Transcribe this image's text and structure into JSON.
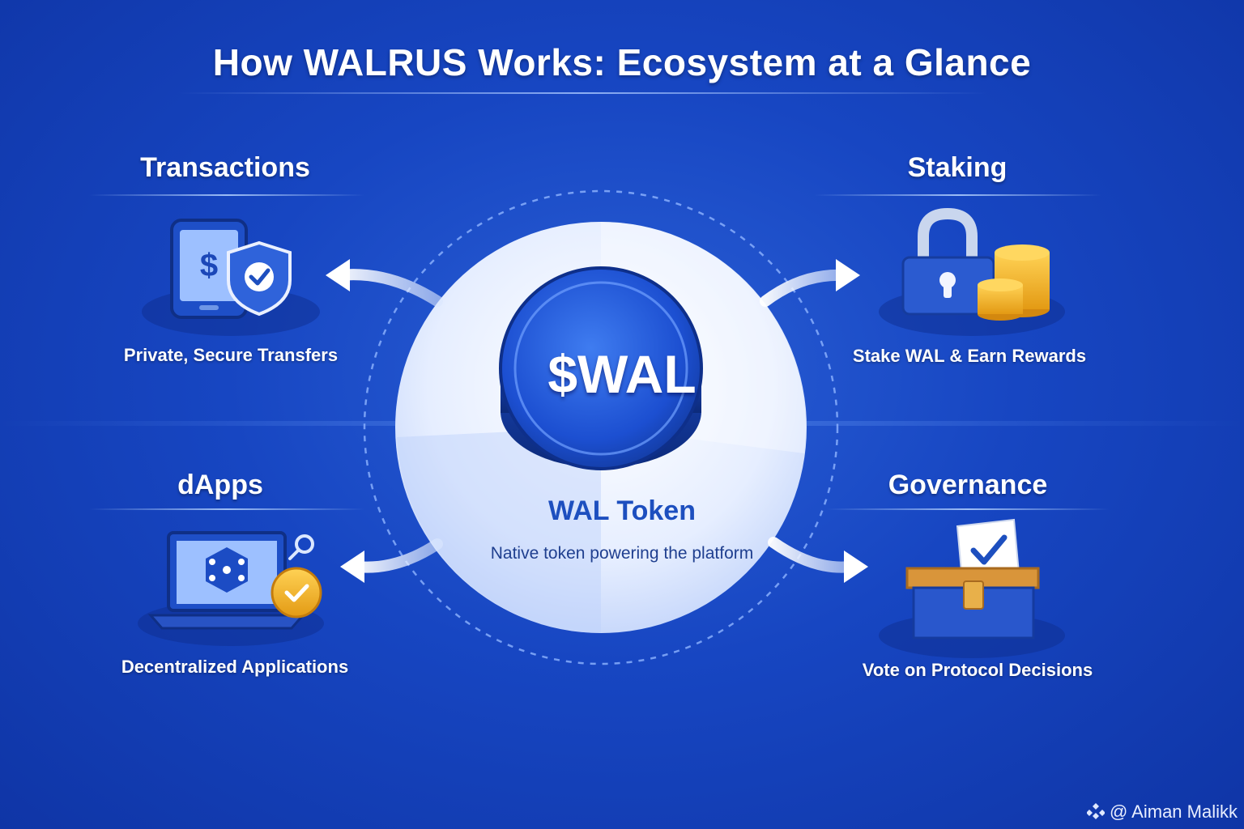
{
  "title": "How WALRUS Works: Ecosystem at a Glance",
  "center": {
    "coin_label": "$WAL",
    "token_title": "WAL Token",
    "token_subtitle": "Native token powering the platform"
  },
  "sections": {
    "transactions": {
      "heading": "Transactions",
      "description": "Private, Secure Transfers"
    },
    "staking": {
      "heading": "Staking",
      "description": "Stake WAL & Earn Rewards"
    },
    "dapps": {
      "heading": "dApps",
      "description": "Decentralized Applications"
    },
    "governance": {
      "heading": "Governance",
      "description": "Vote on Protocol Decisions"
    }
  },
  "watermark": "@ Aiman Malikk",
  "colors": {
    "background": "#1746c2",
    "accent_blue": "#1d4fbf",
    "coin_gold": "#f2b632",
    "circle": "#eef3ff"
  },
  "icons": [
    "phone-dollar-icon",
    "shield-check-icon",
    "padlock-icon",
    "coin-stack-icon",
    "laptop-network-icon",
    "checkmark-coin-icon",
    "ballot-box-icon",
    "arrow-icon",
    "walrus-logo-icon"
  ]
}
